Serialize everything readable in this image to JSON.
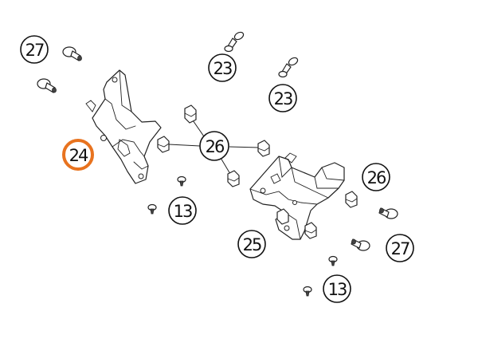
{
  "diagram": {
    "highlight_color": "#e8731f",
    "callouts": [
      {
        "id": "c27a",
        "label": "27"
      },
      {
        "id": "c23a",
        "label": "23"
      },
      {
        "id": "c23b",
        "label": "23"
      },
      {
        "id": "c24",
        "label": "24",
        "highlighted": true
      },
      {
        "id": "c26a",
        "label": "26"
      },
      {
        "id": "c26b",
        "label": "26"
      },
      {
        "id": "c13a",
        "label": "13"
      },
      {
        "id": "c25",
        "label": "25"
      },
      {
        "id": "c27b",
        "label": "27"
      },
      {
        "id": "c13b",
        "label": "13"
      }
    ],
    "parts": [
      {
        "id": "bolt-27-upper-1",
        "icon": "flange-bolt-icon"
      },
      {
        "id": "bolt-27-upper-2",
        "icon": "flange-bolt-icon"
      },
      {
        "id": "bracket-24",
        "icon": "bracket-icon"
      },
      {
        "id": "screw-23-1",
        "icon": "screw-icon"
      },
      {
        "id": "screw-23-2",
        "icon": "screw-icon"
      },
      {
        "id": "clip-26-1",
        "icon": "clip-nut-icon"
      },
      {
        "id": "clip-26-2",
        "icon": "clip-nut-icon"
      },
      {
        "id": "clip-26-3",
        "icon": "clip-nut-icon"
      },
      {
        "id": "clip-26-4",
        "icon": "clip-nut-icon"
      },
      {
        "id": "bracket-25",
        "icon": "bracket-icon"
      },
      {
        "id": "bolt-27-lower-1",
        "icon": "flange-bolt-icon"
      },
      {
        "id": "bolt-27-lower-2",
        "icon": "flange-bolt-icon"
      },
      {
        "id": "screw-13-1",
        "icon": "small-screw-icon"
      },
      {
        "id": "screw-13-2",
        "icon": "small-screw-icon"
      },
      {
        "id": "screw-13-3",
        "icon": "small-screw-icon"
      }
    ]
  }
}
